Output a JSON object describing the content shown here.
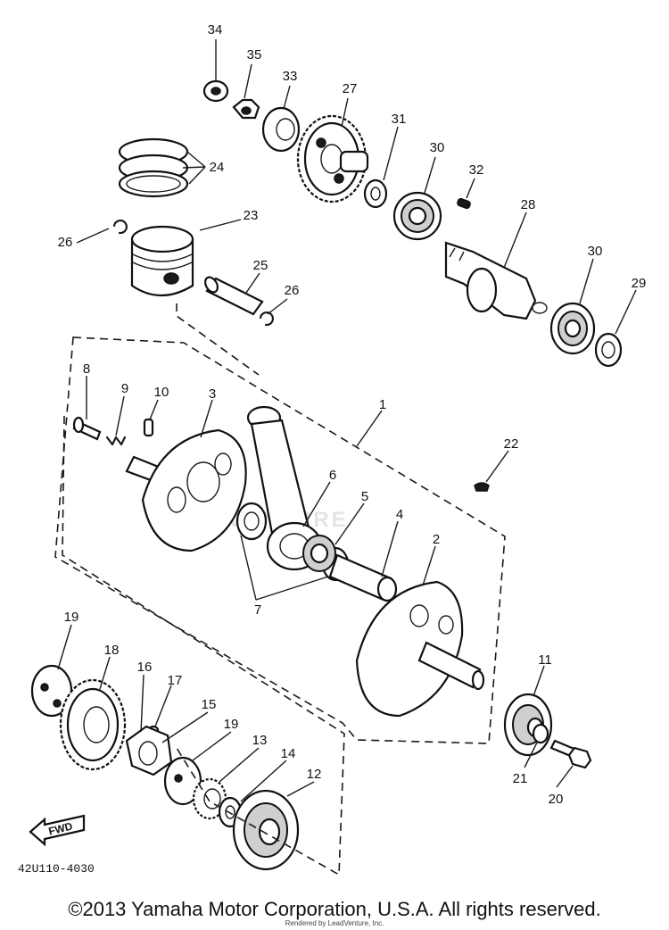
{
  "diagram": {
    "labels": [
      {
        "id": "34",
        "text": "34"
      },
      {
        "id": "35",
        "text": "35"
      },
      {
        "id": "33",
        "text": "33"
      },
      {
        "id": "27",
        "text": "27"
      },
      {
        "id": "31",
        "text": "31"
      },
      {
        "id": "30a",
        "text": "30"
      },
      {
        "id": "32",
        "text": "32"
      },
      {
        "id": "28",
        "text": "28"
      },
      {
        "id": "30b",
        "text": "30"
      },
      {
        "id": "29",
        "text": "29"
      },
      {
        "id": "24",
        "text": "24"
      },
      {
        "id": "23",
        "text": "23"
      },
      {
        "id": "26a",
        "text": "26"
      },
      {
        "id": "25",
        "text": "25"
      },
      {
        "id": "26b",
        "text": "26"
      },
      {
        "id": "8",
        "text": "8"
      },
      {
        "id": "9",
        "text": "9"
      },
      {
        "id": "10",
        "text": "10"
      },
      {
        "id": "3",
        "text": "3"
      },
      {
        "id": "1",
        "text": "1"
      },
      {
        "id": "22",
        "text": "22"
      },
      {
        "id": "6",
        "text": "6"
      },
      {
        "id": "5",
        "text": "5"
      },
      {
        "id": "4",
        "text": "4"
      },
      {
        "id": "2",
        "text": "2"
      },
      {
        "id": "7",
        "text": "7"
      },
      {
        "id": "19a",
        "text": "19"
      },
      {
        "id": "18",
        "text": "18"
      },
      {
        "id": "16",
        "text": "16"
      },
      {
        "id": "17",
        "text": "17"
      },
      {
        "id": "15",
        "text": "15"
      },
      {
        "id": "19b",
        "text": "19"
      },
      {
        "id": "13",
        "text": "13"
      },
      {
        "id": "14",
        "text": "14"
      },
      {
        "id": "12",
        "text": "12"
      },
      {
        "id": "11",
        "text": "11"
      },
      {
        "id": "21",
        "text": "21"
      },
      {
        "id": "20",
        "text": "20"
      }
    ],
    "diagram_code": "42U110-4030",
    "fwd_label": "FWD",
    "watermark": "VENTURE"
  },
  "footer": {
    "copyright": "©2013 Yamaha Motor Corporation, U.S.A. All rights reserved.",
    "rendered_by": "Rendered by LeadVenture, Inc."
  }
}
